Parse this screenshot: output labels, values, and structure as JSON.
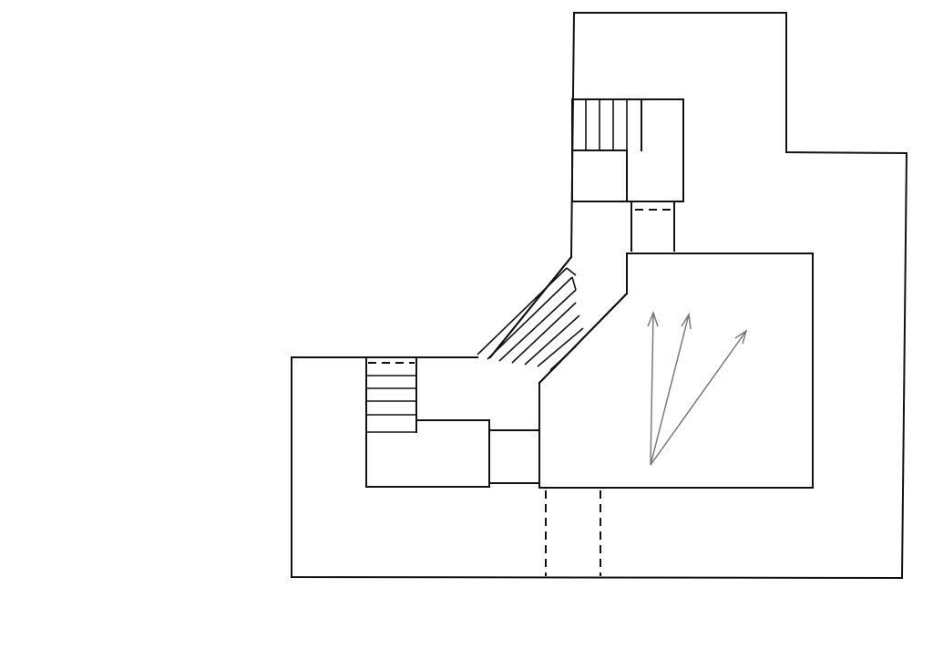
{
  "diagram": {
    "kind": "floor-plan sketch",
    "colors": {
      "wall": "#111111",
      "arrow": "#7a7a7a",
      "background": "#ffffff"
    },
    "arrow_count": 3,
    "staircases": [
      "top-stair",
      "diagonal-stair",
      "left-stair"
    ],
    "dashed_openings": [
      "top-connector-opening",
      "bottom-corridor"
    ]
  }
}
